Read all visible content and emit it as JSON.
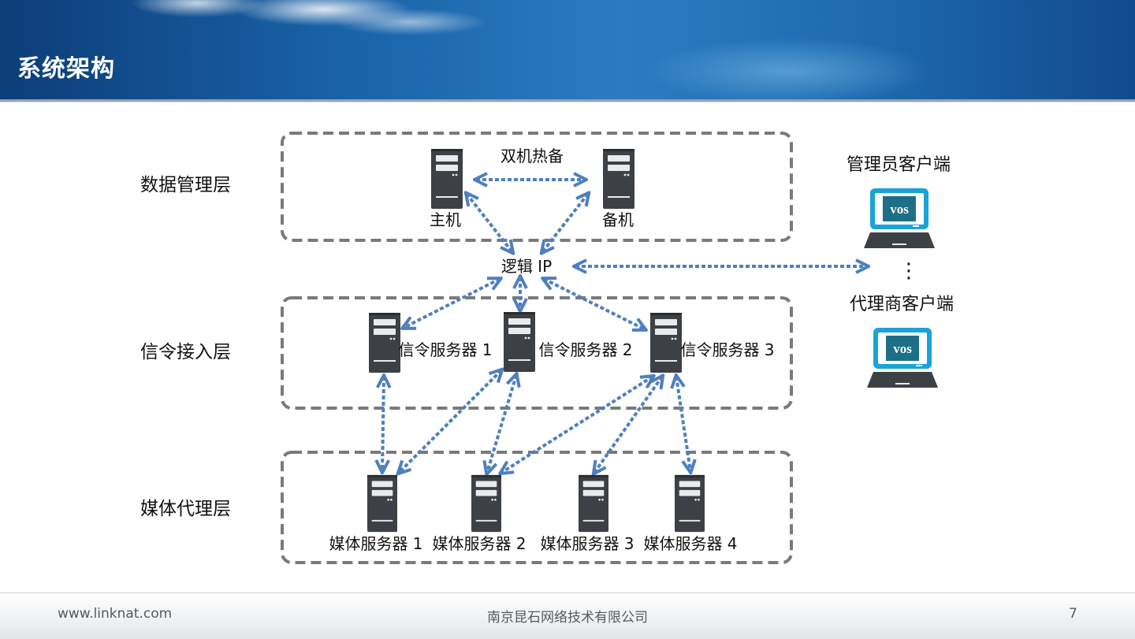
{
  "slide": {
    "title": "系统架构"
  },
  "layers": {
    "data_management": "数据管理层",
    "signaling_access": "信令接入层",
    "media_proxy": "媒体代理层"
  },
  "data_layer": {
    "hot_standby": "双机热备",
    "primary": "主机",
    "backup": "备机",
    "logical_ip": "逻辑 IP"
  },
  "signaling_servers": [
    "信令服务器 1",
    "信令服务器 2",
    "信令服务器 3"
  ],
  "media_servers": [
    "媒体服务器 1",
    "媒体服务器 2",
    "媒体服务器 3",
    "媒体服务器 4"
  ],
  "clients": {
    "admin": "管理员客户端",
    "ellipsis": "⋮",
    "agent": "代理商客户端",
    "screen_logo": "vos"
  },
  "footer": {
    "url": "www.linknat.com",
    "company": "南京昆石网络技术有限公司",
    "page": "7"
  },
  "colors": {
    "arrow": "#4f7fc0",
    "box_border": "#7a7a7a",
    "server_body": "#3d4145",
    "laptop_frame": "#1aa3d6"
  }
}
